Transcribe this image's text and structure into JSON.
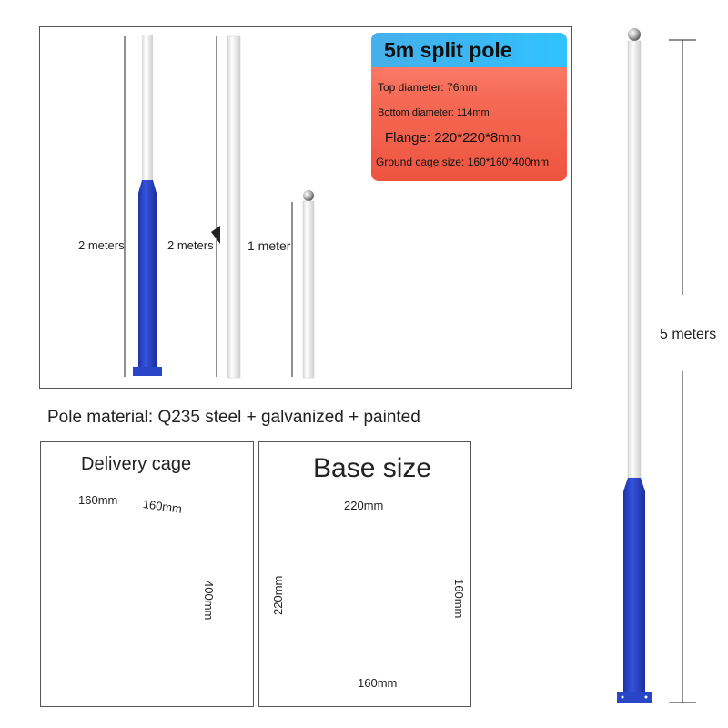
{
  "spec_card": {
    "title": "5m split pole",
    "top_diameter": "Top diameter: 76mm",
    "bottom_diameter": "Bottom diameter: 114mm",
    "flange": "Flange: 220*220*8mm",
    "ground_cage": "Ground cage size: 160*160*400mm"
  },
  "segments": {
    "seg1_length": "2 meters",
    "seg2_length": "2 meters",
    "seg3_length": "1 meter"
  },
  "material": "Pole material: Q235 steel + galvanized + painted",
  "delivery_cage": {
    "title": "Delivery cage",
    "width_a": "160mm",
    "width_b": "160mm",
    "height": "400mm"
  },
  "base_size": {
    "title": "Base size",
    "top_width": "220mm",
    "left_height": "220mm",
    "right_height": "160mm",
    "bottom_width": "160mm"
  },
  "full_pole": {
    "height": "5 meters"
  },
  "colors": {
    "pole_blue": "#2a46c8",
    "pole_white": "#f4f4f4",
    "card_red": "#ee5440",
    "card_blue": "#38b9f5"
  }
}
